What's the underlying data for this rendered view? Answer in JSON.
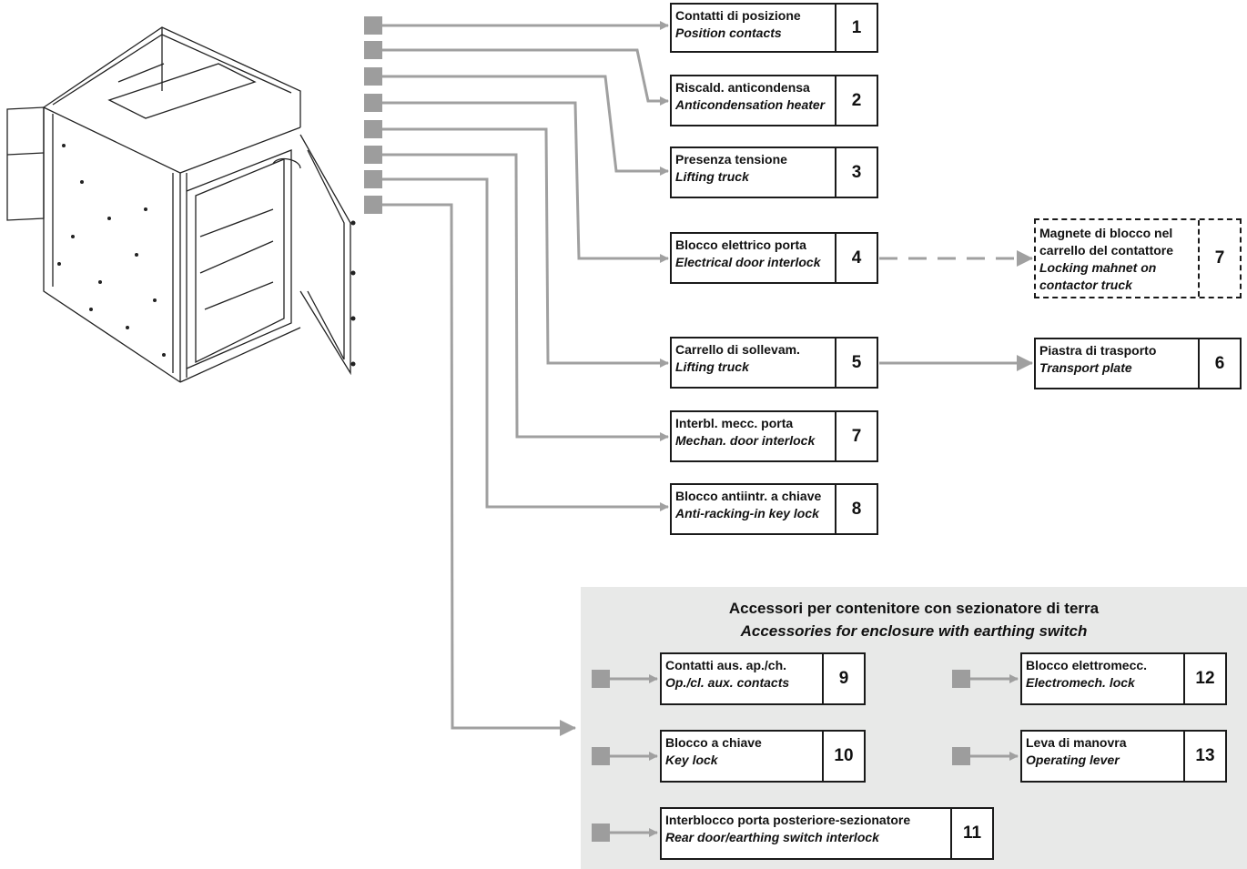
{
  "diagram": {
    "panel": {
      "title_it": "Accessori per contenitore con sezionatore di terra",
      "title_en": "Accessories for enclosure with earthing switch"
    },
    "items": [
      {
        "line1": "Contatti di posizione",
        "line2": "Position contacts",
        "num": "1"
      },
      {
        "line1": "Riscald. anticondensa",
        "line2": "Anticondensation heater",
        "num": "2"
      },
      {
        "line1": "Presenza tensione",
        "line2": "Lifting truck",
        "num": "3"
      },
      {
        "line1": "Blocco elettrico porta",
        "line2": "Electrical door interlock",
        "num": "4"
      },
      {
        "line1": "Carrello di sollevam.",
        "line2": "Lifting truck",
        "num": "5"
      },
      {
        "line1": "Interbl. mecc. porta",
        "line2": "Mechan. door interlock",
        "num": "7"
      },
      {
        "line1": "Blocco antiintr. a chiave",
        "line2": "Anti-racking-in key lock",
        "num": "8"
      },
      {
        "line1": "Piastra di trasporto",
        "line2": "Transport plate",
        "num": "6"
      },
      {
        "line1": "Magnete di blocco nel",
        "line1b": "carrello del contattore",
        "line2": "Locking mahnet on",
        "line2b": "contactor truck",
        "num": "7"
      },
      {
        "line1": "Contatti aus. ap./ch.",
        "line2": "Op./cl. aux. contacts",
        "num": "9"
      },
      {
        "line1": "Blocco a chiave",
        "line2": "Key lock",
        "num": "10"
      },
      {
        "line1": "Interblocco porta posteriore-sezionatore",
        "line2": "Rear door/earthing switch interlock",
        "num": "11"
      },
      {
        "line1": "Blocco elettromecc.",
        "line2": "Electromech. lock",
        "num": "12"
      },
      {
        "line1": "Leva di manovra",
        "line2": "Operating lever",
        "num": "13"
      }
    ],
    "colors": {
      "connector": "#a0a0a0",
      "panel_bg": "#e8e9e8",
      "border": "#1a1a1a"
    }
  }
}
